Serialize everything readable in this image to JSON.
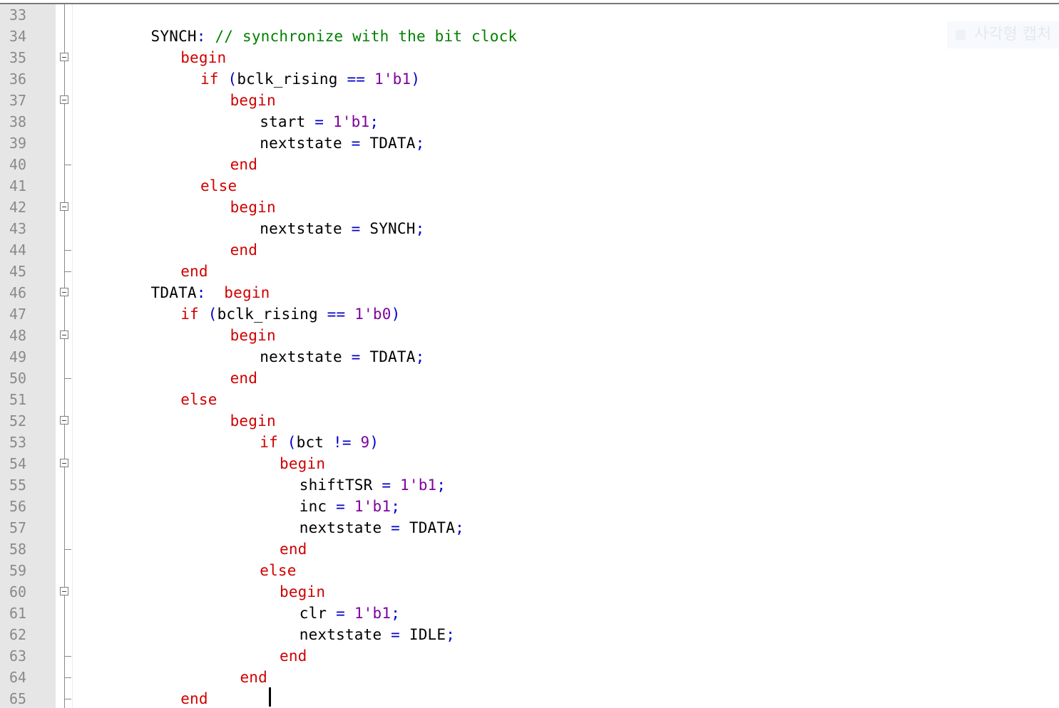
{
  "colors": {
    "keyword": "#d00000",
    "comment": "#008000",
    "number": "#8000a0",
    "operator": "#0000c8",
    "identifier": "#000000",
    "line_number": "#8a8a8a",
    "gutter": "#e6e6e6"
  },
  "watermark": {
    "icon": "capture-icon",
    "text": "사각형 캡처"
  },
  "lines": [
    {
      "num": "33",
      "fold": "line",
      "indent": 0,
      "tokens": []
    },
    {
      "num": "34",
      "fold": "line",
      "indent": 12,
      "tokens": [
        {
          "t": "SYNCH",
          "c": "identifier"
        },
        {
          "t": ": ",
          "c": "operator"
        },
        {
          "t": "// synchronize with the bit clock",
          "c": "comment"
        }
      ]
    },
    {
      "num": "35",
      "fold": "box",
      "indent": 15,
      "tokens": [
        {
          "t": "begin",
          "c": "keyword"
        }
      ]
    },
    {
      "num": "36",
      "fold": "line",
      "indent": 17,
      "tokens": [
        {
          "t": "if",
          "c": "keyword"
        },
        {
          "t": " (",
          "c": "operator"
        },
        {
          "t": "bclk_rising",
          "c": "identifier"
        },
        {
          "t": " == ",
          "c": "operator"
        },
        {
          "t": "1'b1",
          "c": "number"
        },
        {
          "t": ")",
          "c": "operator"
        }
      ]
    },
    {
      "num": "37",
      "fold": "box",
      "indent": 20,
      "tokens": [
        {
          "t": "begin",
          "c": "keyword"
        }
      ]
    },
    {
      "num": "38",
      "fold": "line",
      "indent": 23,
      "tokens": [
        {
          "t": "start",
          "c": "identifier"
        },
        {
          "t": " = ",
          "c": "operator"
        },
        {
          "t": "1'b1",
          "c": "number"
        },
        {
          "t": ";",
          "c": "operator"
        }
      ]
    },
    {
      "num": "39",
      "fold": "line",
      "indent": 23,
      "tokens": [
        {
          "t": "nextstate",
          "c": "identifier"
        },
        {
          "t": " = ",
          "c": "operator"
        },
        {
          "t": "TDATA",
          "c": "identifier"
        },
        {
          "t": ";",
          "c": "operator"
        }
      ]
    },
    {
      "num": "40",
      "fold": "end",
      "indent": 20,
      "tokens": [
        {
          "t": "end",
          "c": "keyword"
        }
      ]
    },
    {
      "num": "41",
      "fold": "line",
      "indent": 17,
      "tokens": [
        {
          "t": "else",
          "c": "keyword"
        }
      ]
    },
    {
      "num": "42",
      "fold": "box",
      "indent": 20,
      "tokens": [
        {
          "t": "begin",
          "c": "keyword"
        }
      ]
    },
    {
      "num": "43",
      "fold": "line",
      "indent": 23,
      "tokens": [
        {
          "t": "nextstate",
          "c": "identifier"
        },
        {
          "t": " = ",
          "c": "operator"
        },
        {
          "t": "SYNCH",
          "c": "identifier"
        },
        {
          "t": ";",
          "c": "operator"
        }
      ]
    },
    {
      "num": "44",
      "fold": "end",
      "indent": 20,
      "tokens": [
        {
          "t": "end",
          "c": "keyword"
        }
      ]
    },
    {
      "num": "45",
      "fold": "end",
      "indent": 15,
      "tokens": [
        {
          "t": "end",
          "c": "keyword"
        }
      ]
    },
    {
      "num": "46",
      "fold": "box",
      "indent": 12,
      "tokens": [
        {
          "t": "TDATA",
          "c": "identifier"
        },
        {
          "t": ":  ",
          "c": "operator"
        },
        {
          "t": "begin",
          "c": "keyword"
        }
      ]
    },
    {
      "num": "47",
      "fold": "line",
      "indent": 15,
      "tokens": [
        {
          "t": "if",
          "c": "keyword"
        },
        {
          "t": " (",
          "c": "operator"
        },
        {
          "t": "bclk_rising",
          "c": "identifier"
        },
        {
          "t": " == ",
          "c": "operator"
        },
        {
          "t": "1'b0",
          "c": "number"
        },
        {
          "t": ")",
          "c": "operator"
        }
      ]
    },
    {
      "num": "48",
      "fold": "box",
      "indent": 20,
      "tokens": [
        {
          "t": "begin",
          "c": "keyword"
        }
      ]
    },
    {
      "num": "49",
      "fold": "line",
      "indent": 23,
      "tokens": [
        {
          "t": "nextstate",
          "c": "identifier"
        },
        {
          "t": " = ",
          "c": "operator"
        },
        {
          "t": "TDATA",
          "c": "identifier"
        },
        {
          "t": ";",
          "c": "operator"
        }
      ]
    },
    {
      "num": "50",
      "fold": "end",
      "indent": 20,
      "tokens": [
        {
          "t": "end",
          "c": "keyword"
        }
      ]
    },
    {
      "num": "51",
      "fold": "line",
      "indent": 15,
      "tokens": [
        {
          "t": "else",
          "c": "keyword"
        }
      ]
    },
    {
      "num": "52",
      "fold": "box",
      "indent": 20,
      "tokens": [
        {
          "t": "begin",
          "c": "keyword"
        }
      ]
    },
    {
      "num": "53",
      "fold": "line",
      "indent": 23,
      "tokens": [
        {
          "t": "if",
          "c": "keyword"
        },
        {
          "t": " (",
          "c": "operator"
        },
        {
          "t": "bct",
          "c": "identifier"
        },
        {
          "t": " != ",
          "c": "operator"
        },
        {
          "t": "9",
          "c": "number"
        },
        {
          "t": ")",
          "c": "operator"
        }
      ]
    },
    {
      "num": "54",
      "fold": "box",
      "indent": 25,
      "tokens": [
        {
          "t": "begin",
          "c": "keyword"
        }
      ]
    },
    {
      "num": "55",
      "fold": "line",
      "indent": 27,
      "tokens": [
        {
          "t": "shiftTSR",
          "c": "identifier"
        },
        {
          "t": " = ",
          "c": "operator"
        },
        {
          "t": "1'b1",
          "c": "number"
        },
        {
          "t": ";",
          "c": "operator"
        }
      ]
    },
    {
      "num": "56",
      "fold": "line",
      "indent": 27,
      "tokens": [
        {
          "t": "inc",
          "c": "identifier"
        },
        {
          "t": " = ",
          "c": "operator"
        },
        {
          "t": "1'b1",
          "c": "number"
        },
        {
          "t": ";",
          "c": "operator"
        }
      ]
    },
    {
      "num": "57",
      "fold": "line",
      "indent": 27,
      "tokens": [
        {
          "t": "nextstate",
          "c": "identifier"
        },
        {
          "t": " = ",
          "c": "operator"
        },
        {
          "t": "TDATA",
          "c": "identifier"
        },
        {
          "t": ";",
          "c": "operator"
        }
      ]
    },
    {
      "num": "58",
      "fold": "end",
      "indent": 25,
      "tokens": [
        {
          "t": "end",
          "c": "keyword"
        }
      ]
    },
    {
      "num": "59",
      "fold": "line",
      "indent": 23,
      "tokens": [
        {
          "t": "else",
          "c": "keyword"
        }
      ]
    },
    {
      "num": "60",
      "fold": "box",
      "indent": 25,
      "tokens": [
        {
          "t": "begin",
          "c": "keyword"
        }
      ]
    },
    {
      "num": "61",
      "fold": "line",
      "indent": 27,
      "tokens": [
        {
          "t": "clr",
          "c": "identifier"
        },
        {
          "t": " = ",
          "c": "operator"
        },
        {
          "t": "1'b1",
          "c": "number"
        },
        {
          "t": ";",
          "c": "operator"
        }
      ]
    },
    {
      "num": "62",
      "fold": "line",
      "indent": 27,
      "tokens": [
        {
          "t": "nextstate",
          "c": "identifier"
        },
        {
          "t": " = ",
          "c": "operator"
        },
        {
          "t": "IDLE",
          "c": "identifier"
        },
        {
          "t": ";",
          "c": "operator"
        }
      ]
    },
    {
      "num": "63",
      "fold": "end",
      "indent": 25,
      "tokens": [
        {
          "t": "end",
          "c": "keyword"
        }
      ]
    },
    {
      "num": "64",
      "fold": "end",
      "indent": 21,
      "tokens": [
        {
          "t": "end",
          "c": "keyword"
        }
      ]
    },
    {
      "num": "65",
      "fold": "end",
      "indent": 15,
      "tokens": [
        {
          "t": "end",
          "c": "keyword"
        }
      ]
    }
  ]
}
